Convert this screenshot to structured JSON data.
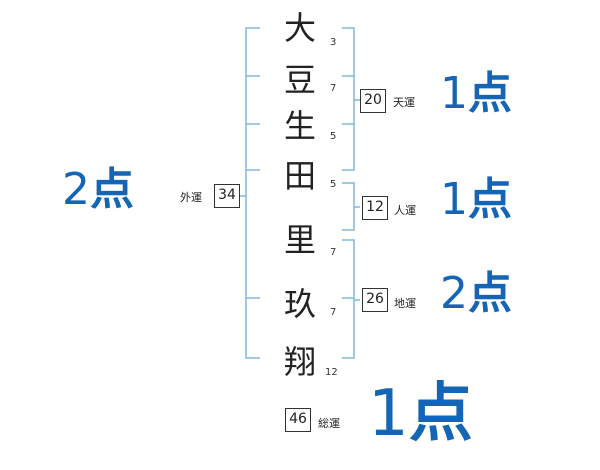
{
  "name_chars": [
    "大",
    "豆",
    "生",
    "田",
    "里",
    "玖",
    "翔"
  ],
  "stroke_counts": [
    "3",
    "7",
    "5",
    "5",
    "7",
    "7",
    "12"
  ],
  "colors": {
    "bracket": "#7fb8e0",
    "score": "#1565b7",
    "text": "#222222"
  },
  "fortunes": {
    "ten": {
      "value": "20",
      "label": "天運",
      "score_digit": "1",
      "score_unit": "点"
    },
    "jin": {
      "value": "12",
      "label": "人運",
      "score_digit": "1",
      "score_unit": "点"
    },
    "chi": {
      "value": "26",
      "label": "地運",
      "score_digit": "2",
      "score_unit": "点"
    },
    "gai": {
      "value": "34",
      "label": "外運",
      "score_digit": "2",
      "score_unit": "点"
    },
    "so": {
      "value": "46",
      "label": "総運",
      "score_digit": "1",
      "score_unit": "点"
    }
  }
}
